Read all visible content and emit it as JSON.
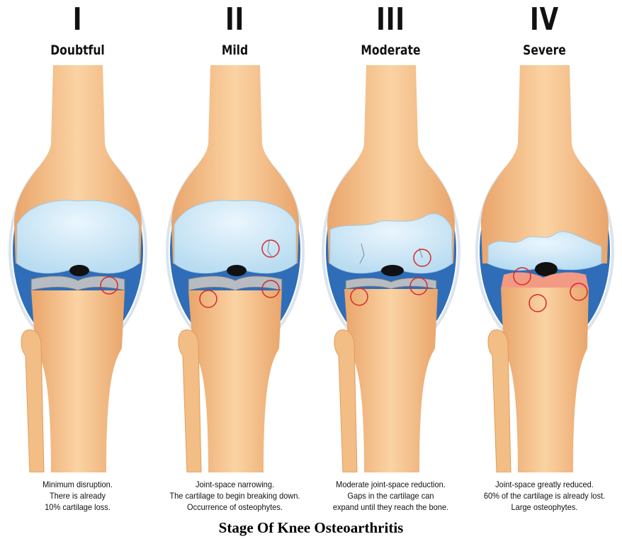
{
  "stages": [
    {
      "numeral": "I",
      "severity": "Doubtful",
      "description": [
        "Minimum disruption.",
        "There is already",
        "10% cartilage loss."
      ]
    },
    {
      "numeral": "II",
      "severity": "Mild",
      "description": [
        "Joint-space narrowing.",
        "The cartilage to begin breaking down.",
        "Occurrence of osteophytes."
      ]
    },
    {
      "numeral": "III",
      "severity": "Moderate",
      "description": [
        "Moderate joint-space reduction.",
        "Gaps in the cartilage can",
        "expand until they reach the bone."
      ]
    },
    {
      "numeral": "IV",
      "severity": "Severe",
      "description": [
        "Joint-space greatly reduced.",
        "60% of the cartilage is already lost.",
        "Large osteophytes."
      ]
    }
  ],
  "caption": "Stage Of Knee Osteoarthritis",
  "colors": {
    "bone": "#f6c590",
    "bone_shadow": "#e8a86a",
    "cartilage": "#cfe8f6",
    "capsule": "#2f6db8",
    "marker": "#d8282b"
  }
}
